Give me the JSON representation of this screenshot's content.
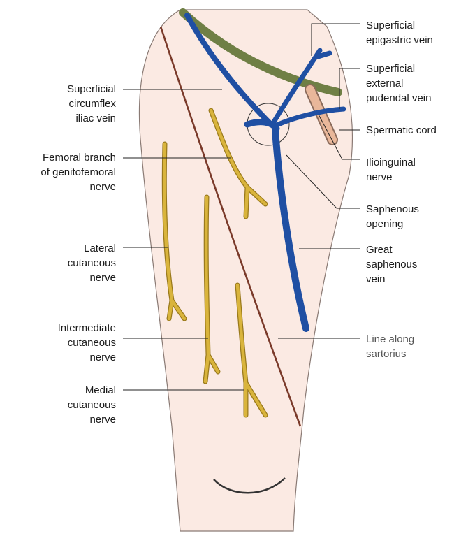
{
  "labels_left": [
    {
      "id": "superficial-circumflex-iliac-vein",
      "lines": [
        "Superficial",
        "circumflex",
        "iliac vein"
      ]
    },
    {
      "id": "femoral-branch-genitofemoral-nerve",
      "lines": [
        "Femoral branch",
        "of genitofemoral",
        "nerve"
      ]
    },
    {
      "id": "lateral-cutaneous-nerve",
      "lines": [
        "Lateral",
        "cutaneous",
        "nerve"
      ]
    },
    {
      "id": "intermediate-cutaneous-nerve",
      "lines": [
        "Intermediate",
        "cutaneous",
        "nerve"
      ]
    },
    {
      "id": "medial-cutaneous-nerve",
      "lines": [
        "Medial",
        "cutaneous",
        "nerve"
      ]
    }
  ],
  "labels_right": [
    {
      "id": "superficial-epigastric-vein",
      "lines": [
        "Superficial",
        "epigastric vein"
      ]
    },
    {
      "id": "superficial-external-pudendal-vein",
      "lines": [
        "Superficial",
        "external",
        "pudendal vein"
      ]
    },
    {
      "id": "spermatic-cord",
      "lines": [
        "Spermatic cord"
      ]
    },
    {
      "id": "ilioinguinal-nerve",
      "lines": [
        "Ilioinguinal",
        "nerve"
      ]
    },
    {
      "id": "saphenous-opening",
      "lines": [
        "Saphenous",
        "opening"
      ]
    },
    {
      "id": "great-saphenous-vein",
      "lines": [
        "Great",
        "saphenous",
        "vein"
      ]
    },
    {
      "id": "line-along-sartorius",
      "lines": [
        "Line along",
        "sartorius"
      ]
    }
  ],
  "colors": {
    "skin": "#fbeae3",
    "skin_outline": "#8a7a74",
    "vein": "#1f4fa3",
    "nerve": "#d9b43c",
    "nerve_outline": "#9a7a1c",
    "sartorius_line": "#7a3a2a",
    "inguinal_band": "#6f7f45",
    "spermatic_cord": "#e9b79a",
    "leader": "#222222"
  }
}
